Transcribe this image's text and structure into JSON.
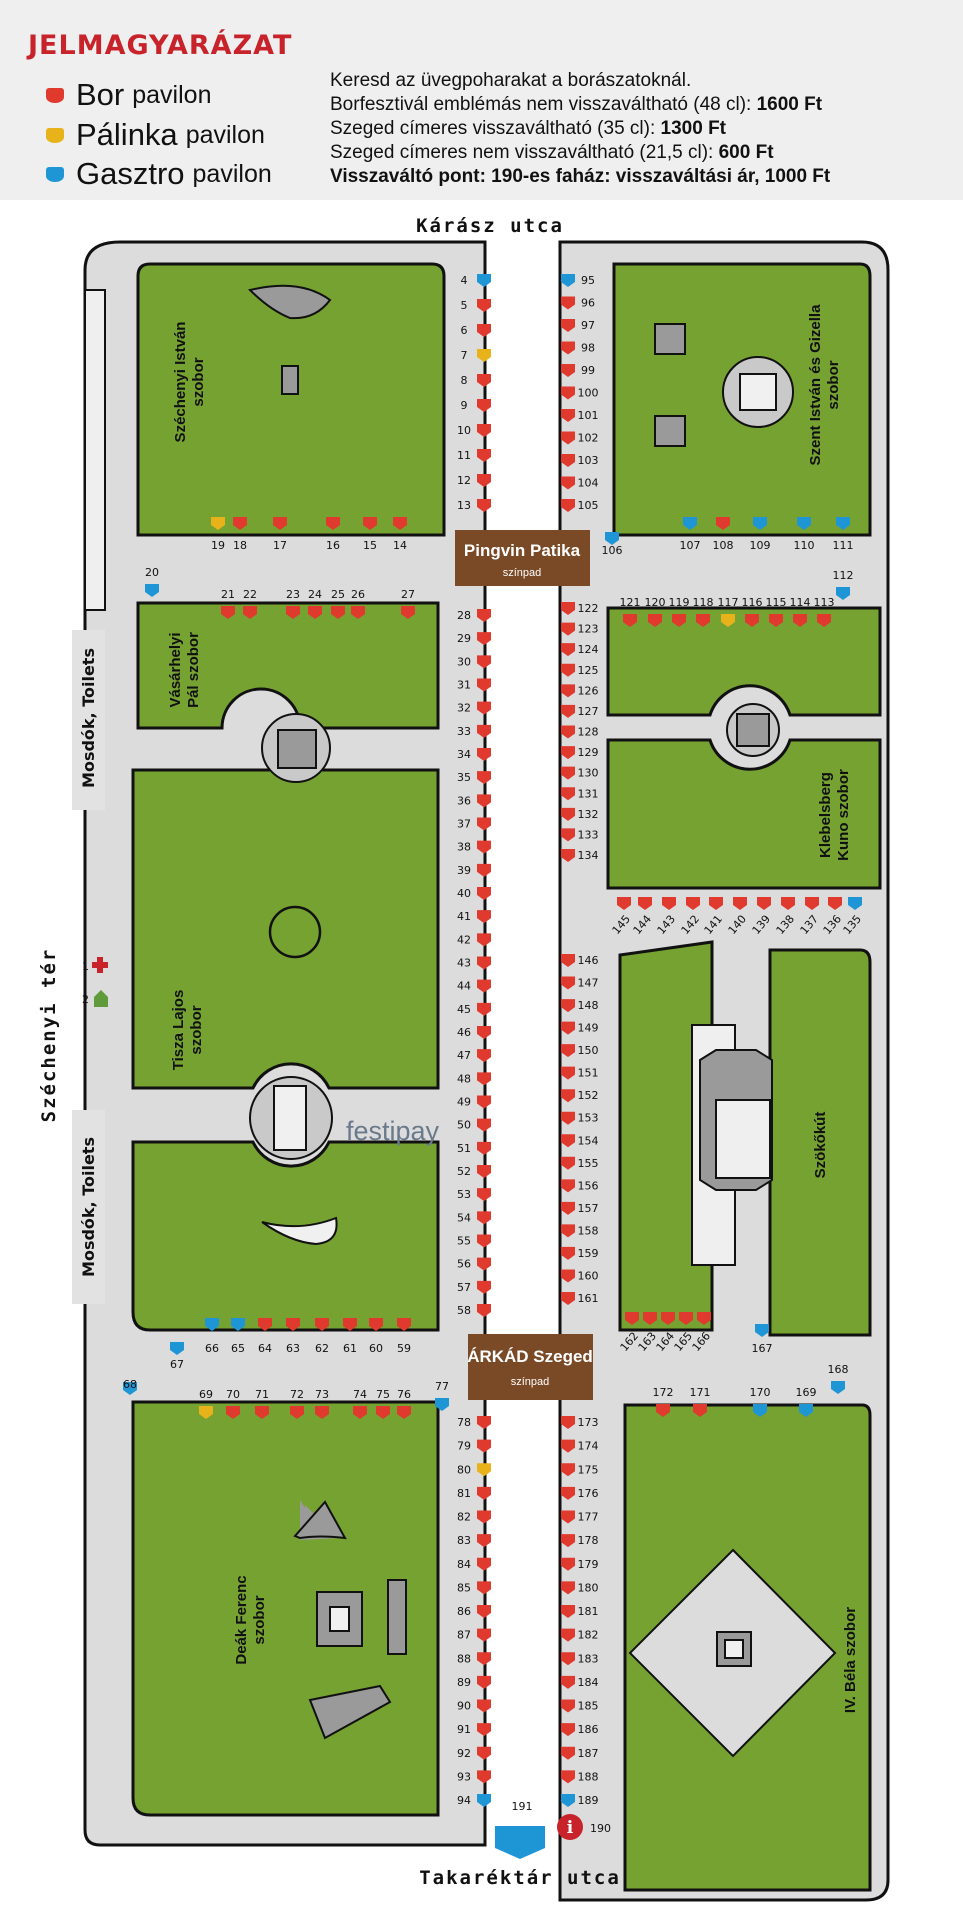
{
  "legend": {
    "title": "JELMAGYARÁZAT",
    "items": [
      {
        "big": "Bor",
        "small": "pavilon",
        "color": "#e03a2f"
      },
      {
        "big": "Pálinka",
        "small": "pavilon",
        "color": "#e8b21a"
      },
      {
        "big": "Gasztro",
        "small": "pavilon",
        "color": "#1e96d6"
      }
    ],
    "info": [
      {
        "text": "Keresd az üvegpoharakat a borászatoknál.",
        "price": ""
      },
      {
        "text": "Borfesztivál emblémás nem visszaváltható (48 cl): ",
        "price": "1600 Ft"
      },
      {
        "text": "Szeged címeres visszaváltható (35 cl): ",
        "price": "1300 Ft"
      },
      {
        "text": "Szeged címeres nem visszaváltható (21,5 cl): ",
        "price": "600 Ft"
      },
      {
        "text": "",
        "price": "Visszaváltó pont: 190-es faház: visszaváltási ár, 1000 Ft"
      }
    ]
  },
  "colors": {
    "bor": "#e03a2f",
    "palinka": "#e8b21a",
    "gasztro": "#1e96d6",
    "park": "#76a232",
    "path": "#dedede",
    "stage": "#7a4a26"
  },
  "map": {
    "streets": {
      "top": "Kárász utca",
      "bottom": "Takaréktár utca",
      "left": "Széchenyi tér"
    },
    "toilets": [
      "Mosdók, Toilets",
      "Mosdók, Toilets"
    ],
    "stages": [
      {
        "title": "Pingvin Patika",
        "sub": "színpad"
      },
      {
        "title": "ÁRKÁD Szeged",
        "sub": "színpad"
      }
    ],
    "parks": [
      {
        "label": [
          "Széchenyi István",
          "szobor"
        ]
      },
      {
        "label": [
          "Vásárhelyi",
          "Pál szobor"
        ]
      },
      {
        "label": [
          "Tisza Lajos",
          "szobor"
        ]
      },
      {
        "label": [
          "Deák Ferenc",
          "szobor"
        ]
      },
      {
        "label": [
          "Szent István és Gizella",
          "szobor"
        ]
      },
      {
        "label": [
          "Klebelsberg",
          "Kuno szobor"
        ]
      },
      {
        "label": [
          "Szökőkút"
        ]
      },
      {
        "label": [
          "IV. Béla szobor"
        ]
      }
    ],
    "brand": "festipay",
    "special": [
      {
        "n": "1",
        "kind": "first-aid"
      },
      {
        "n": "2",
        "kind": "house"
      },
      {
        "n": "191",
        "kind": "large-gasztro"
      },
      {
        "n": "190",
        "kind": "info"
      }
    ],
    "stalls": [
      {
        "n": "4",
        "t": "g"
      },
      {
        "n": "5",
        "t": "b"
      },
      {
        "n": "6",
        "t": "b"
      },
      {
        "n": "7",
        "t": "p"
      },
      {
        "n": "8",
        "t": "b"
      },
      {
        "n": "9",
        "t": "b"
      },
      {
        "n": "10",
        "t": "b"
      },
      {
        "n": "11",
        "t": "b"
      },
      {
        "n": "12",
        "t": "b"
      },
      {
        "n": "13",
        "t": "b"
      },
      {
        "n": "14",
        "t": "b"
      },
      {
        "n": "15",
        "t": "b"
      },
      {
        "n": "16",
        "t": "b"
      },
      {
        "n": "17",
        "t": "b"
      },
      {
        "n": "18",
        "t": "b"
      },
      {
        "n": "19",
        "t": "p"
      },
      {
        "n": "20",
        "t": "g"
      },
      {
        "n": "21",
        "t": "b"
      },
      {
        "n": "22",
        "t": "b"
      },
      {
        "n": "23",
        "t": "b"
      },
      {
        "n": "24",
        "t": "b"
      },
      {
        "n": "25",
        "t": "b"
      },
      {
        "n": "26",
        "t": "b"
      },
      {
        "n": "27",
        "t": "b"
      },
      {
        "n": "28",
        "t": "b"
      },
      {
        "n": "29",
        "t": "b"
      },
      {
        "n": "30",
        "t": "b"
      },
      {
        "n": "31",
        "t": "b"
      },
      {
        "n": "32",
        "t": "b"
      },
      {
        "n": "33",
        "t": "b"
      },
      {
        "n": "34",
        "t": "b"
      },
      {
        "n": "35",
        "t": "b"
      },
      {
        "n": "36",
        "t": "b"
      },
      {
        "n": "37",
        "t": "b"
      },
      {
        "n": "38",
        "t": "b"
      },
      {
        "n": "39",
        "t": "b"
      },
      {
        "n": "40",
        "t": "b"
      },
      {
        "n": "41",
        "t": "b"
      },
      {
        "n": "42",
        "t": "b"
      },
      {
        "n": "43",
        "t": "b"
      },
      {
        "n": "44",
        "t": "b"
      },
      {
        "n": "45",
        "t": "b"
      },
      {
        "n": "46",
        "t": "b"
      },
      {
        "n": "47",
        "t": "b"
      },
      {
        "n": "48",
        "t": "b"
      },
      {
        "n": "49",
        "t": "b"
      },
      {
        "n": "50",
        "t": "b"
      },
      {
        "n": "51",
        "t": "b"
      },
      {
        "n": "52",
        "t": "b"
      },
      {
        "n": "53",
        "t": "b"
      },
      {
        "n": "54",
        "t": "b"
      },
      {
        "n": "55",
        "t": "b"
      },
      {
        "n": "56",
        "t": "b"
      },
      {
        "n": "57",
        "t": "b"
      },
      {
        "n": "58",
        "t": "b"
      },
      {
        "n": "59",
        "t": "b"
      },
      {
        "n": "60",
        "t": "b"
      },
      {
        "n": "61",
        "t": "b"
      },
      {
        "n": "62",
        "t": "b"
      },
      {
        "n": "63",
        "t": "b"
      },
      {
        "n": "64",
        "t": "b"
      },
      {
        "n": "65",
        "t": "g"
      },
      {
        "n": "66",
        "t": "g"
      },
      {
        "n": "67",
        "t": "g"
      },
      {
        "n": "68",
        "t": "g"
      },
      {
        "n": "69",
        "t": "p"
      },
      {
        "n": "70",
        "t": "b"
      },
      {
        "n": "71",
        "t": "b"
      },
      {
        "n": "72",
        "t": "b"
      },
      {
        "n": "73",
        "t": "b"
      },
      {
        "n": "74",
        "t": "b"
      },
      {
        "n": "75",
        "t": "b"
      },
      {
        "n": "76",
        "t": "b"
      },
      {
        "n": "77",
        "t": "g"
      },
      {
        "n": "78",
        "t": "b"
      },
      {
        "n": "79",
        "t": "b"
      },
      {
        "n": "80",
        "t": "p"
      },
      {
        "n": "81",
        "t": "b"
      },
      {
        "n": "82",
        "t": "b"
      },
      {
        "n": "83",
        "t": "b"
      },
      {
        "n": "84",
        "t": "b"
      },
      {
        "n": "85",
        "t": "b"
      },
      {
        "n": "86",
        "t": "b"
      },
      {
        "n": "87",
        "t": "b"
      },
      {
        "n": "88",
        "t": "b"
      },
      {
        "n": "89",
        "t": "b"
      },
      {
        "n": "90",
        "t": "b"
      },
      {
        "n": "91",
        "t": "b"
      },
      {
        "n": "92",
        "t": "b"
      },
      {
        "n": "93",
        "t": "b"
      },
      {
        "n": "94",
        "t": "g"
      },
      {
        "n": "95",
        "t": "g"
      },
      {
        "n": "96",
        "t": "b"
      },
      {
        "n": "97",
        "t": "b"
      },
      {
        "n": "98",
        "t": "b"
      },
      {
        "n": "99",
        "t": "b"
      },
      {
        "n": "100",
        "t": "b"
      },
      {
        "n": "101",
        "t": "b"
      },
      {
        "n": "102",
        "t": "b"
      },
      {
        "n": "103",
        "t": "b"
      },
      {
        "n": "104",
        "t": "b"
      },
      {
        "n": "105",
        "t": "b"
      },
      {
        "n": "106",
        "t": "g"
      },
      {
        "n": "107",
        "t": "g"
      },
      {
        "n": "108",
        "t": "b"
      },
      {
        "n": "109",
        "t": "g"
      },
      {
        "n": "110",
        "t": "g"
      },
      {
        "n": "111",
        "t": "g"
      },
      {
        "n": "112",
        "t": "g"
      },
      {
        "n": "113",
        "t": "b"
      },
      {
        "n": "114",
        "t": "b"
      },
      {
        "n": "115",
        "t": "b"
      },
      {
        "n": "116",
        "t": "b"
      },
      {
        "n": "117",
        "t": "p"
      },
      {
        "n": "118",
        "t": "b"
      },
      {
        "n": "119",
        "t": "b"
      },
      {
        "n": "120",
        "t": "b"
      },
      {
        "n": "121",
        "t": "b"
      },
      {
        "n": "122",
        "t": "b"
      },
      {
        "n": "123",
        "t": "b"
      },
      {
        "n": "124",
        "t": "b"
      },
      {
        "n": "125",
        "t": "b"
      },
      {
        "n": "126",
        "t": "b"
      },
      {
        "n": "127",
        "t": "b"
      },
      {
        "n": "128",
        "t": "b"
      },
      {
        "n": "129",
        "t": "b"
      },
      {
        "n": "130",
        "t": "b"
      },
      {
        "n": "131",
        "t": "b"
      },
      {
        "n": "132",
        "t": "b"
      },
      {
        "n": "133",
        "t": "b"
      },
      {
        "n": "134",
        "t": "b"
      },
      {
        "n": "135",
        "t": "g"
      },
      {
        "n": "136",
        "t": "b"
      },
      {
        "n": "137",
        "t": "b"
      },
      {
        "n": "138",
        "t": "b"
      },
      {
        "n": "139",
        "t": "b"
      },
      {
        "n": "140",
        "t": "b"
      },
      {
        "n": "141",
        "t": "b"
      },
      {
        "n": "142",
        "t": "b"
      },
      {
        "n": "143",
        "t": "b"
      },
      {
        "n": "144",
        "t": "b"
      },
      {
        "n": "145",
        "t": "b"
      },
      {
        "n": "146",
        "t": "b"
      },
      {
        "n": "147",
        "t": "b"
      },
      {
        "n": "148",
        "t": "b"
      },
      {
        "n": "149",
        "t": "b"
      },
      {
        "n": "150",
        "t": "b"
      },
      {
        "n": "151",
        "t": "b"
      },
      {
        "n": "152",
        "t": "b"
      },
      {
        "n": "153",
        "t": "b"
      },
      {
        "n": "154",
        "t": "b"
      },
      {
        "n": "155",
        "t": "b"
      },
      {
        "n": "156",
        "t": "b"
      },
      {
        "n": "157",
        "t": "b"
      },
      {
        "n": "158",
        "t": "b"
      },
      {
        "n": "159",
        "t": "b"
      },
      {
        "n": "160",
        "t": "b"
      },
      {
        "n": "161",
        "t": "b"
      },
      {
        "n": "162",
        "t": "b"
      },
      {
        "n": "163",
        "t": "b"
      },
      {
        "n": "164",
        "t": "b"
      },
      {
        "n": "165",
        "t": "b"
      },
      {
        "n": "166",
        "t": "b"
      },
      {
        "n": "167",
        "t": "g"
      },
      {
        "n": "168",
        "t": "g"
      },
      {
        "n": "169",
        "t": "g"
      },
      {
        "n": "170",
        "t": "g"
      },
      {
        "n": "171",
        "t": "b"
      },
      {
        "n": "172",
        "t": "b"
      },
      {
        "n": "173",
        "t": "b"
      },
      {
        "n": "174",
        "t": "b"
      },
      {
        "n": "175",
        "t": "b"
      },
      {
        "n": "176",
        "t": "b"
      },
      {
        "n": "177",
        "t": "b"
      },
      {
        "n": "178",
        "t": "b"
      },
      {
        "n": "179",
        "t": "b"
      },
      {
        "n": "180",
        "t": "b"
      },
      {
        "n": "181",
        "t": "b"
      },
      {
        "n": "182",
        "t": "b"
      },
      {
        "n": "183",
        "t": "b"
      },
      {
        "n": "184",
        "t": "b"
      },
      {
        "n": "185",
        "t": "b"
      },
      {
        "n": "186",
        "t": "b"
      },
      {
        "n": "187",
        "t": "b"
      },
      {
        "n": "188",
        "t": "b"
      },
      {
        "n": "189",
        "t": "g"
      }
    ]
  }
}
